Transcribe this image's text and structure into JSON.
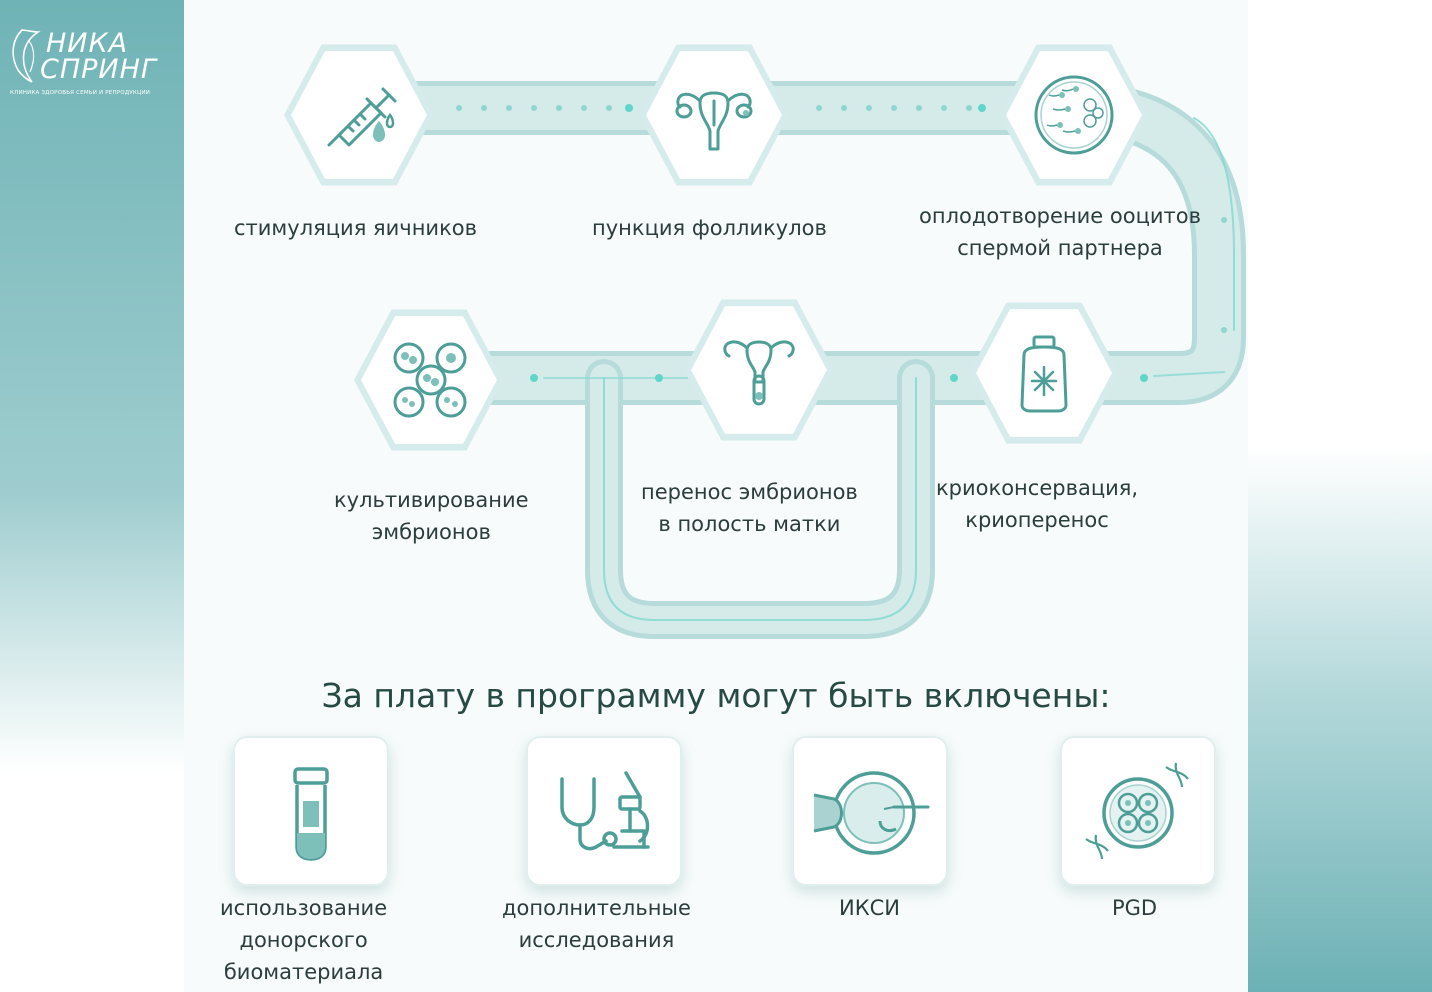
{
  "logo": {
    "line1": "НИКА",
    "line2": "СПРИНГ",
    "subtitle": "КЛИНИКА ЗДОРОВЬЯ СЕМЬИ И РЕПРОДУКЦИИ"
  },
  "steps": [
    {
      "label": "стимуляция яичников",
      "icon": "syringe-icon"
    },
    {
      "label": "пункция фолликулов",
      "icon": "uterus-icon"
    },
    {
      "label_line1": "оплодотворение ооцитов",
      "label_line2": "спермой партнера",
      "icon": "petri-dish-icon"
    },
    {
      "label_line1": "культивирование",
      "label_line2": "эмбрионов",
      "icon": "embryo-cells-icon"
    },
    {
      "label_line1": "перенос эмбрионов",
      "label_line2": "в полость матки",
      "icon": "embryo-transfer-icon"
    },
    {
      "label_line1": "криоконсервация,",
      "label_line2": "криоперенос",
      "icon": "cryo-tank-icon"
    }
  ],
  "extras_heading": "За плату в программу могут быть включены:",
  "extras": [
    {
      "label_line1": "использование",
      "label_line2": "донорского",
      "label_line3": "биоматериала",
      "icon": "test-tube-icon"
    },
    {
      "label_line1": "дополнительные",
      "label_line2": "исследования",
      "icon": "stethoscope-microscope-icon"
    },
    {
      "label": "ИКСИ",
      "icon": "icsi-injection-icon"
    },
    {
      "label": "PGD",
      "icon": "dna-cell-icon"
    }
  ],
  "colors": {
    "track": "#cfe6e5",
    "track_edge": "#a9d2d1",
    "glow": "#5fd6c9",
    "icon_stroke": "#4e9e98",
    "icon_fill": "#7dbfb9",
    "text": "#2c3d3d",
    "heading": "#274a44"
  }
}
